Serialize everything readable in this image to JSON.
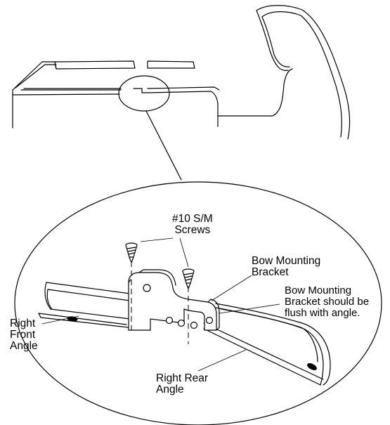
{
  "labels": {
    "screws": "#10 S/M\nScrews",
    "bow_mounting_bracket": "Bow Mounting\nBracket",
    "flush_note": "Bow Mounting\nBracket should be\nflush with angle.",
    "right_front_angle": "Right\nFront\nAngle",
    "right_rear_angle": "Right Rear\nAngle"
  }
}
